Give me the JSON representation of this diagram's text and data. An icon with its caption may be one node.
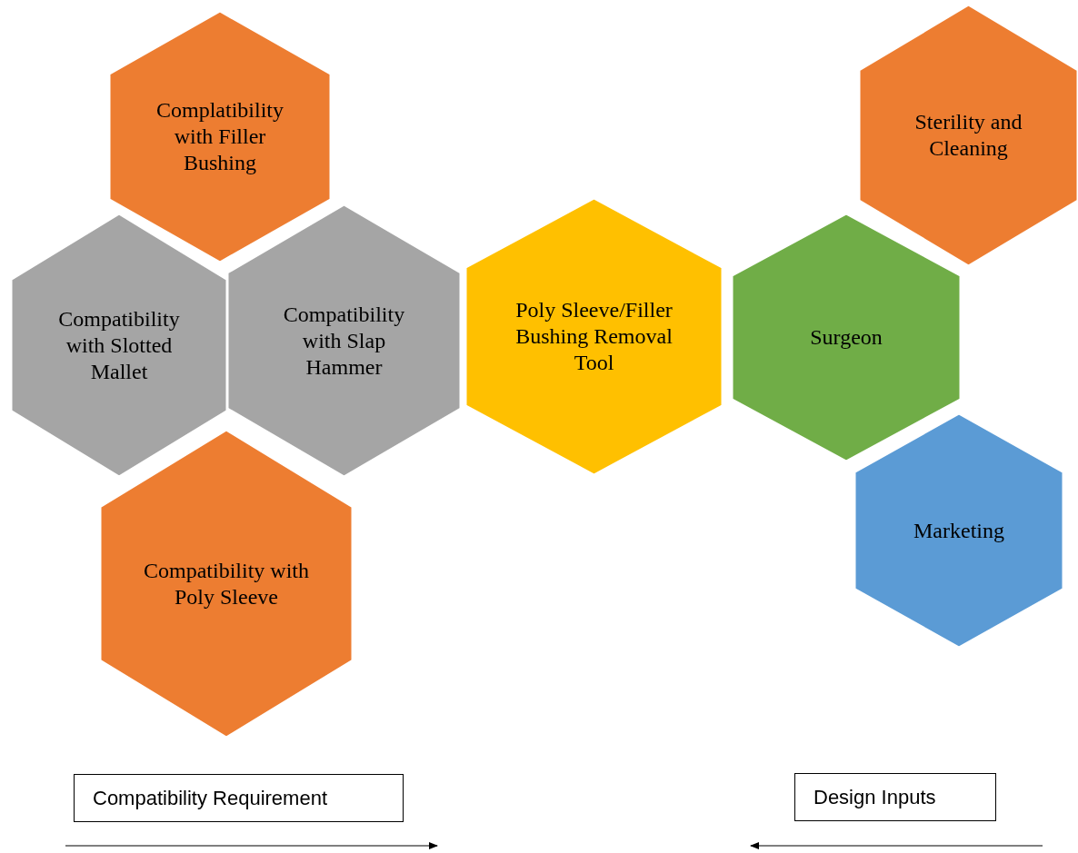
{
  "diagram": {
    "nodes": [
      {
        "text": [
          "Complatibility with Filler Bushing"
        ]
      },
      {
        "text": [
          "Compatibility with Slotted Mallet"
        ]
      },
      {
        "text": [
          "Compatibility with Slap Hammer"
        ]
      },
      {
        "text": [
          "Poly Sleeve/Filler Bushing Removal Tool"
        ]
      },
      {
        "text": [
          "Compatibility with Poly Sleeve"
        ]
      },
      {
        "text": [
          "Sterility and Cleaning"
        ]
      },
      {
        "text": [
          "Surgeon"
        ]
      },
      {
        "text": [
          "Marketing"
        ]
      },
      {
        "text": [
          "Compatibility Requirement"
        ]
      },
      {
        "text": [
          "Design Inputs"
        ]
      }
    ],
    "edges": []
  }
}
